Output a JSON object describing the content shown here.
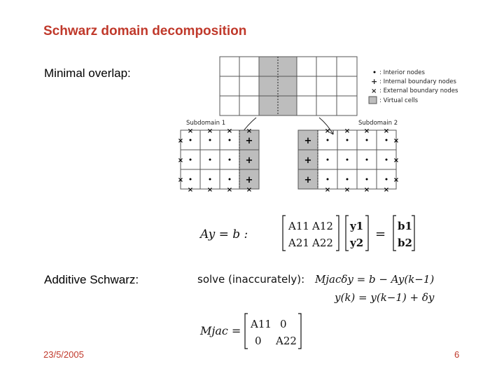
{
  "title": "Schwarz domain decomposition",
  "minimal_overlap_label": "Minimal overlap:",
  "additive_schwarz_label": "Additive Schwarz:",
  "footer_date": "23/5/2005",
  "footer_page": "6",
  "legend": {
    "interior": ": Interior nodes",
    "internal_boundary": ": Internal boundary nodes",
    "external_boundary": ": External boundary nodes",
    "virtual": ": Virtual cells"
  },
  "subdomain1": "Subdomain 1",
  "subdomain2": "Subdomain 2",
  "eq1": {
    "lhs": "Ay = b :",
    "a11": "A11",
    "a12": "A12",
    "a21": "A21",
    "a22": "A22",
    "y1": "y1",
    "y2": "y2",
    "b1": "b1",
    "b2": "b2"
  },
  "eq2": {
    "solve": "solve (inaccurately):",
    "line1": "Mjacδy = b − Ay(k−1)",
    "line2": "y(k) = y(k−1) + δy"
  },
  "eq3": {
    "lhs": "Mjac =",
    "a11": "A11",
    "zero1": "0",
    "zero2": "0",
    "a22": "A22"
  },
  "colors": {
    "title": "#c0392b",
    "virtual": "#bdbdbd"
  }
}
